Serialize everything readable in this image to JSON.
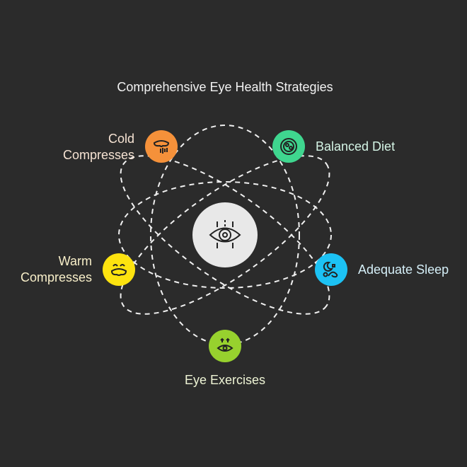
{
  "title": "Comprehensive Eye Health Strategies",
  "center": {
    "icon": "eye-icon",
    "color": "#e8e8e8"
  },
  "nodes": [
    {
      "label": "Cold Compresses",
      "line1": "Cold",
      "line2": "Compresses",
      "icon": "cold-compress-icon",
      "color": "#f5913a",
      "text_color": "#f6e3d3"
    },
    {
      "label": "Balanced Diet",
      "icon": "diet-plate-icon",
      "color": "#3fd68f",
      "text_color": "#d5f5e6"
    },
    {
      "label": "Warm Compresses",
      "line1": "Warm",
      "line2": "Compresses",
      "icon": "warm-compress-icon",
      "color": "#fde30f",
      "text_color": "#f8efc9"
    },
    {
      "label": "Adequate Sleep",
      "icon": "sleep-icon",
      "color": "#1cc2f4",
      "text_color": "#d5eff8"
    },
    {
      "label": "Eye Exercises",
      "icon": "eye-exercise-icon",
      "color": "#97d12e",
      "text_color": "#eef4d5"
    }
  ]
}
